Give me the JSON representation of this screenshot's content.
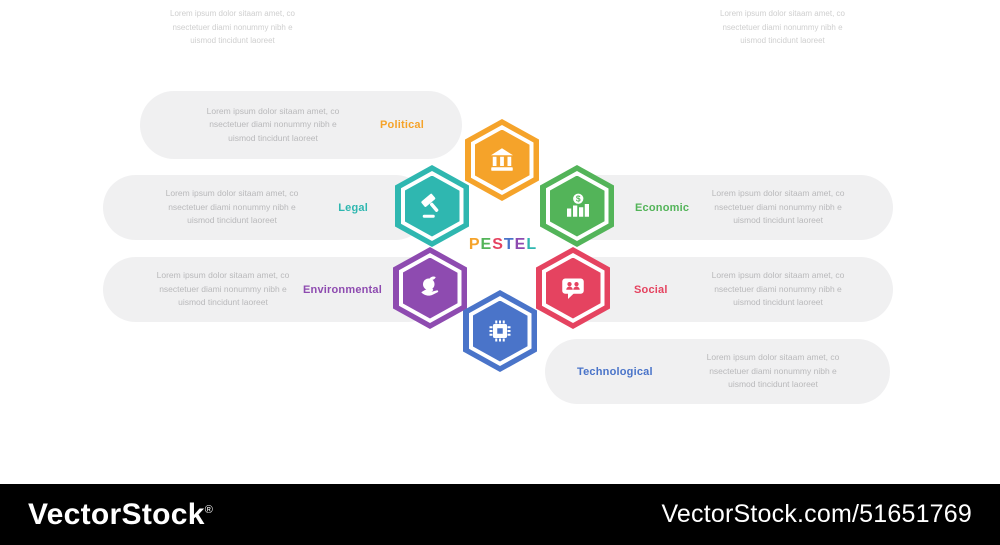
{
  "corner_texts": {
    "top_left": "Lorem ipsum dolor sitaam amet, co\nnsectetuer diami nonummy nibh e\nuismod tincidunt laoreet",
    "top_right": "Lorem ipsum dolor sitaam amet, co\nnsectetuer diami nonummy nibh e\nuismod tincidunt laoreet"
  },
  "title": {
    "text": "PESTEL",
    "letters": [
      {
        "ch": "P",
        "color": "#F5A32A"
      },
      {
        "ch": "E",
        "color": "#53B459"
      },
      {
        "ch": "S",
        "color": "#E54360"
      },
      {
        "ch": "T",
        "color": "#4A74C9"
      },
      {
        "ch": "E",
        "color": "#8E4BB0"
      },
      {
        "ch": "L",
        "color": "#2FB7B0"
      }
    ]
  },
  "categories": [
    {
      "id": "political",
      "label": "Political",
      "color": "#F5A32A",
      "icon": "bank-icon",
      "text": "Lorem ipsum dolor sitaam amet, co\nnsectetuer diami nonummy nibh e\nuismod tincidunt laoreet"
    },
    {
      "id": "economic",
      "label": "Economic",
      "color": "#53B459",
      "icon": "coin-bar-chart-icon",
      "text": "Lorem ipsum dolor sitaam amet, co\nnsectetuer diami nonummy nibh e\nuismod tincidunt laoreet"
    },
    {
      "id": "social",
      "label": "Social",
      "color": "#E54360",
      "icon": "chat-people-icon",
      "text": "Lorem ipsum dolor sitaam amet, co\nnsectetuer diami nonummy nibh e\nuismod tincidunt laoreet"
    },
    {
      "id": "technological",
      "label": "Technological",
      "color": "#4A74C9",
      "icon": "cpu-chip-icon",
      "text": "Lorem ipsum dolor sitaam amet, co\nnsectetuer diami nonummy nibh e\nuismod tincidunt laoreet"
    },
    {
      "id": "environmental",
      "label": "Environmental",
      "color": "#8E4BB0",
      "icon": "plant-hand-icon",
      "text": "Lorem ipsum dolor sitaam amet, co\nnsectetuer diami nonummy nibh e\nuismod tincidunt laoreet"
    },
    {
      "id": "legal",
      "label": "Legal",
      "color": "#2FB7B0",
      "icon": "gavel-icon",
      "text": "Lorem ipsum dolor sitaam amet, co\nnsectetuer diami nonummy nibh e\nuismod tincidunt laoreet"
    }
  ],
  "colors": {
    "pill_background": "#f0f0f1",
    "pill_text": "#b9b9bb",
    "corner_text": "#cfcfcf",
    "footer_background": "#000000",
    "footer_text": "#ffffff"
  },
  "footer": {
    "brand": "VectorStock",
    "reg": "®",
    "credit": "VectorStock.com/51651769"
  }
}
